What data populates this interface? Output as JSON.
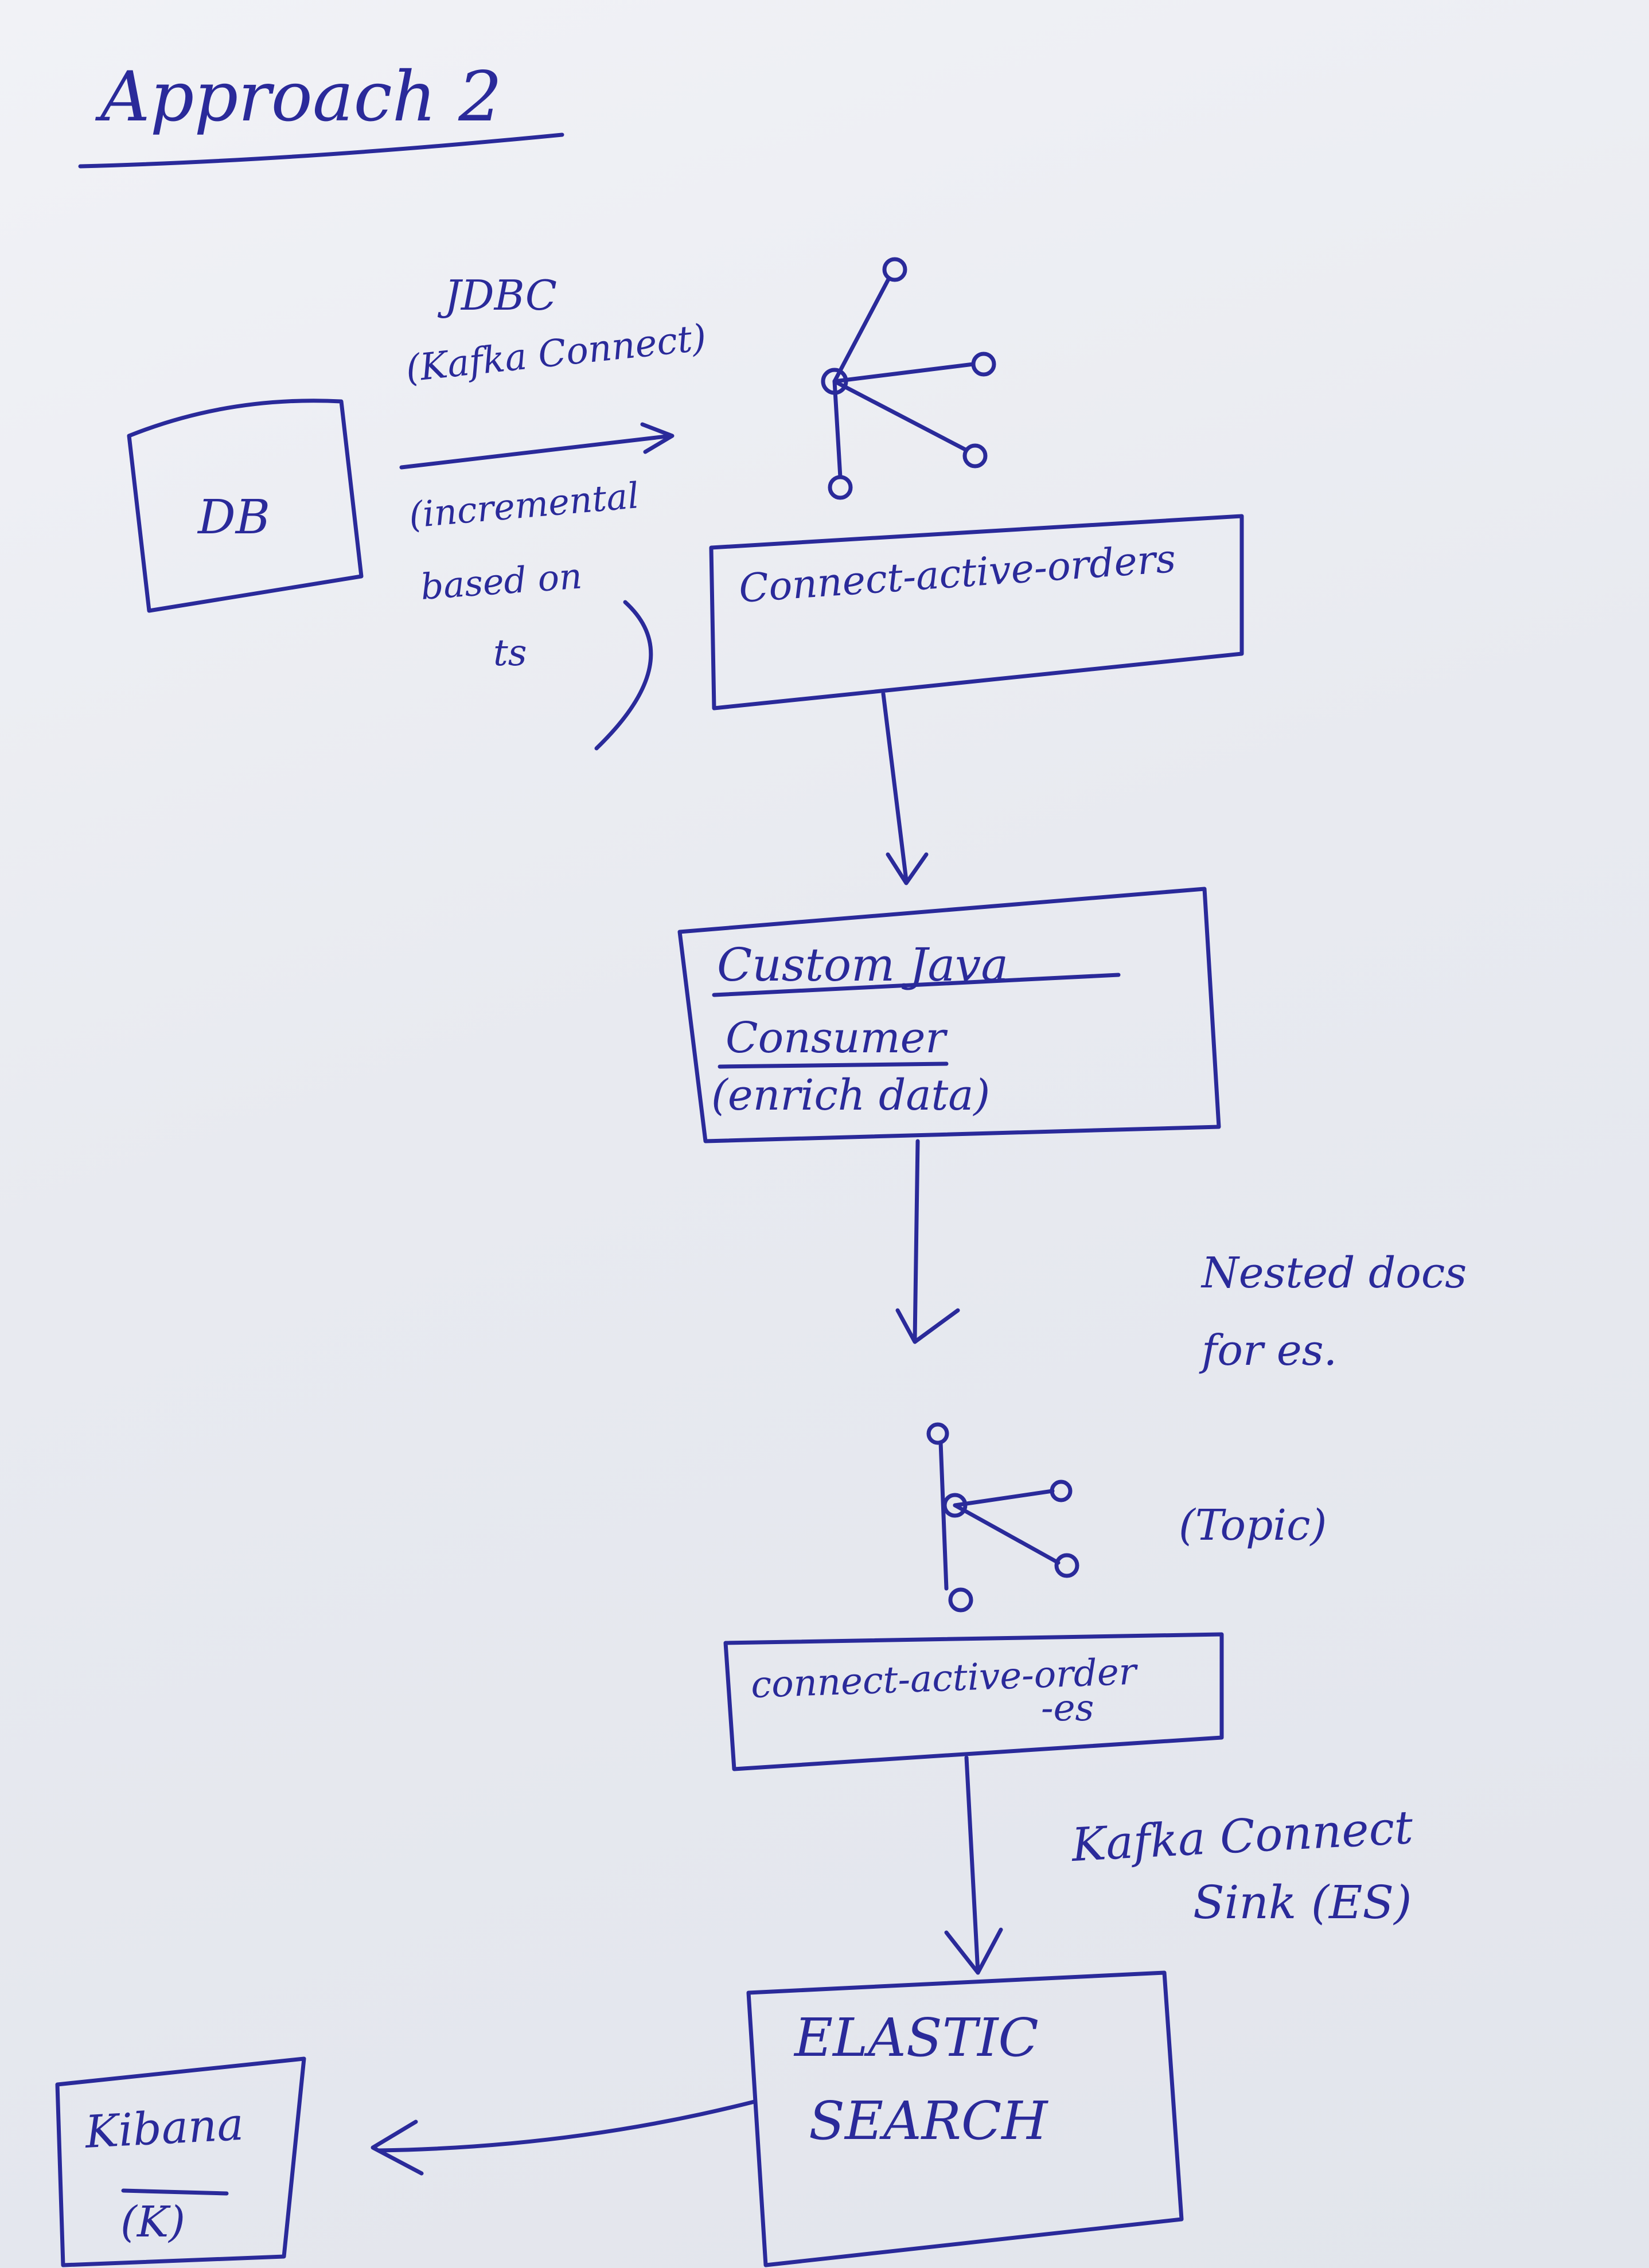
{
  "title": "Approach 2",
  "nodes": {
    "db": "DB",
    "topic_active_orders": "Connect-active-orders",
    "custom_consumer": {
      "line1": "Custom Java",
      "line2": "Consumer",
      "line3": "(enrich data)"
    },
    "topic_active_order_es": {
      "line1": "connect-active-order",
      "line2": "-es"
    },
    "elasticsearch": {
      "line1": "ELASTIC",
      "line2": "SEARCH"
    },
    "kibana": {
      "line1": "Kibana",
      "line2": "(K)"
    }
  },
  "labels": {
    "jdbc": "JDBC",
    "kafka_connect": "(Kafka Connect)",
    "incremental": "(incremental",
    "based_on": "based on",
    "ts": "ts",
    "nested_docs_1": "Nested docs",
    "nested_docs_2": "for es.",
    "topic": "(Topic)",
    "sink_1": "Kafka Connect",
    "sink_2": "Sink (ES)"
  },
  "icons": [
    "kafka-topic-icon",
    "kafka-topic-icon"
  ],
  "colors": {
    "ink": "#2a2a9a",
    "paper": "#eceef3"
  }
}
